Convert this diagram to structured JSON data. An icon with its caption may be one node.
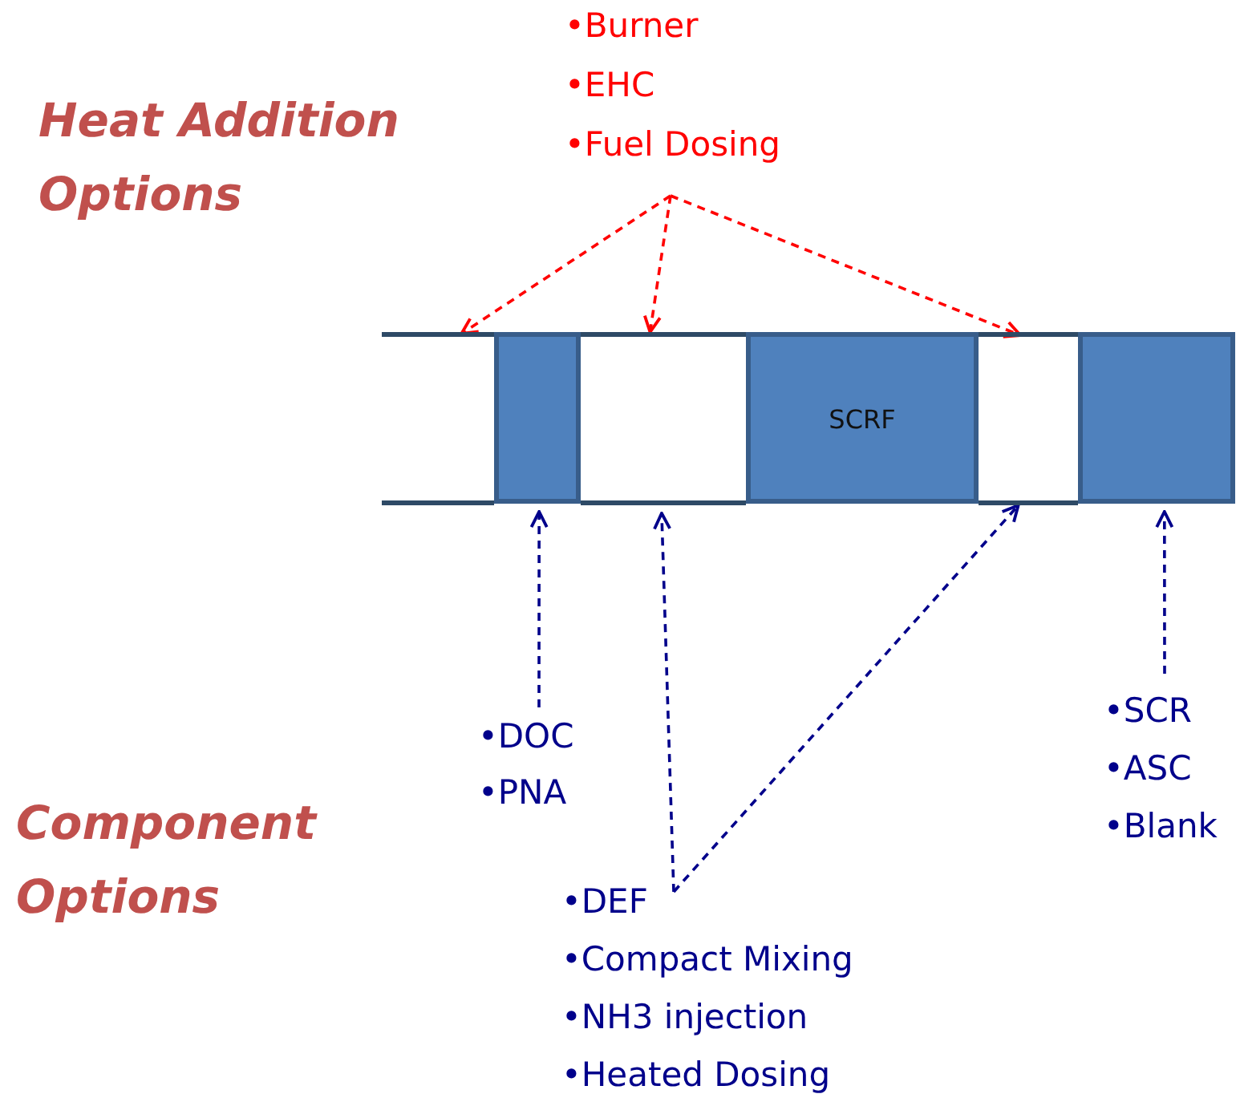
{
  "diagram": {
    "nodes": [
      {
        "text": [
          "•Burner",
          "•EHC",
          "•Fuel Dosing"
        ]
      },
      {
        "text": [],
        "shape": "box"
      },
      {
        "text": [],
        "shape": "box"
      },
      {
        "text": [],
        "shape": "box"
      },
      {
        "text": [
          "SCRF"
        ]
      },
      {
        "text": [],
        "shape": "box"
      },
      {
        "text": [],
        "shape": "box"
      },
      {
        "text": [
          "•DOC",
          "•PNA"
        ]
      },
      {
        "text": [
          "•DEF",
          "•Compact Mixing",
          "•NH3 injection",
          "•Heated Dosing"
        ]
      },
      {
        "text": [
          "•SCR",
          "•ASC",
          "•Blank"
        ]
      }
    ],
    "edges": [
      {
        "from": 0,
        "to": 1,
        "arrow": "to",
        "style": "dashed",
        "color": "#ff0000"
      },
      {
        "from": 0,
        "to": 3,
        "arrow": "to",
        "style": "dashed",
        "color": "#ff0000"
      },
      {
        "from": 0,
        "to": 5,
        "arrow": "to",
        "style": "dashed",
        "color": "#ff0000"
      },
      {
        "from": 7,
        "to": 2,
        "arrow": "to",
        "style": "dashed",
        "color": "#00008b"
      },
      {
        "from": 8,
        "to": 3,
        "arrow": "to",
        "style": "dashed",
        "color": "#00008b"
      },
      {
        "from": 8,
        "to": 5,
        "arrow": "to",
        "style": "dashed",
        "color": "#00008b"
      },
      {
        "from": 9,
        "to": 6,
        "arrow": "to",
        "style": "dashed",
        "color": "#00008b"
      }
    ],
    "labels": [
      "Heat Addition Options",
      "Component Options"
    ]
  }
}
